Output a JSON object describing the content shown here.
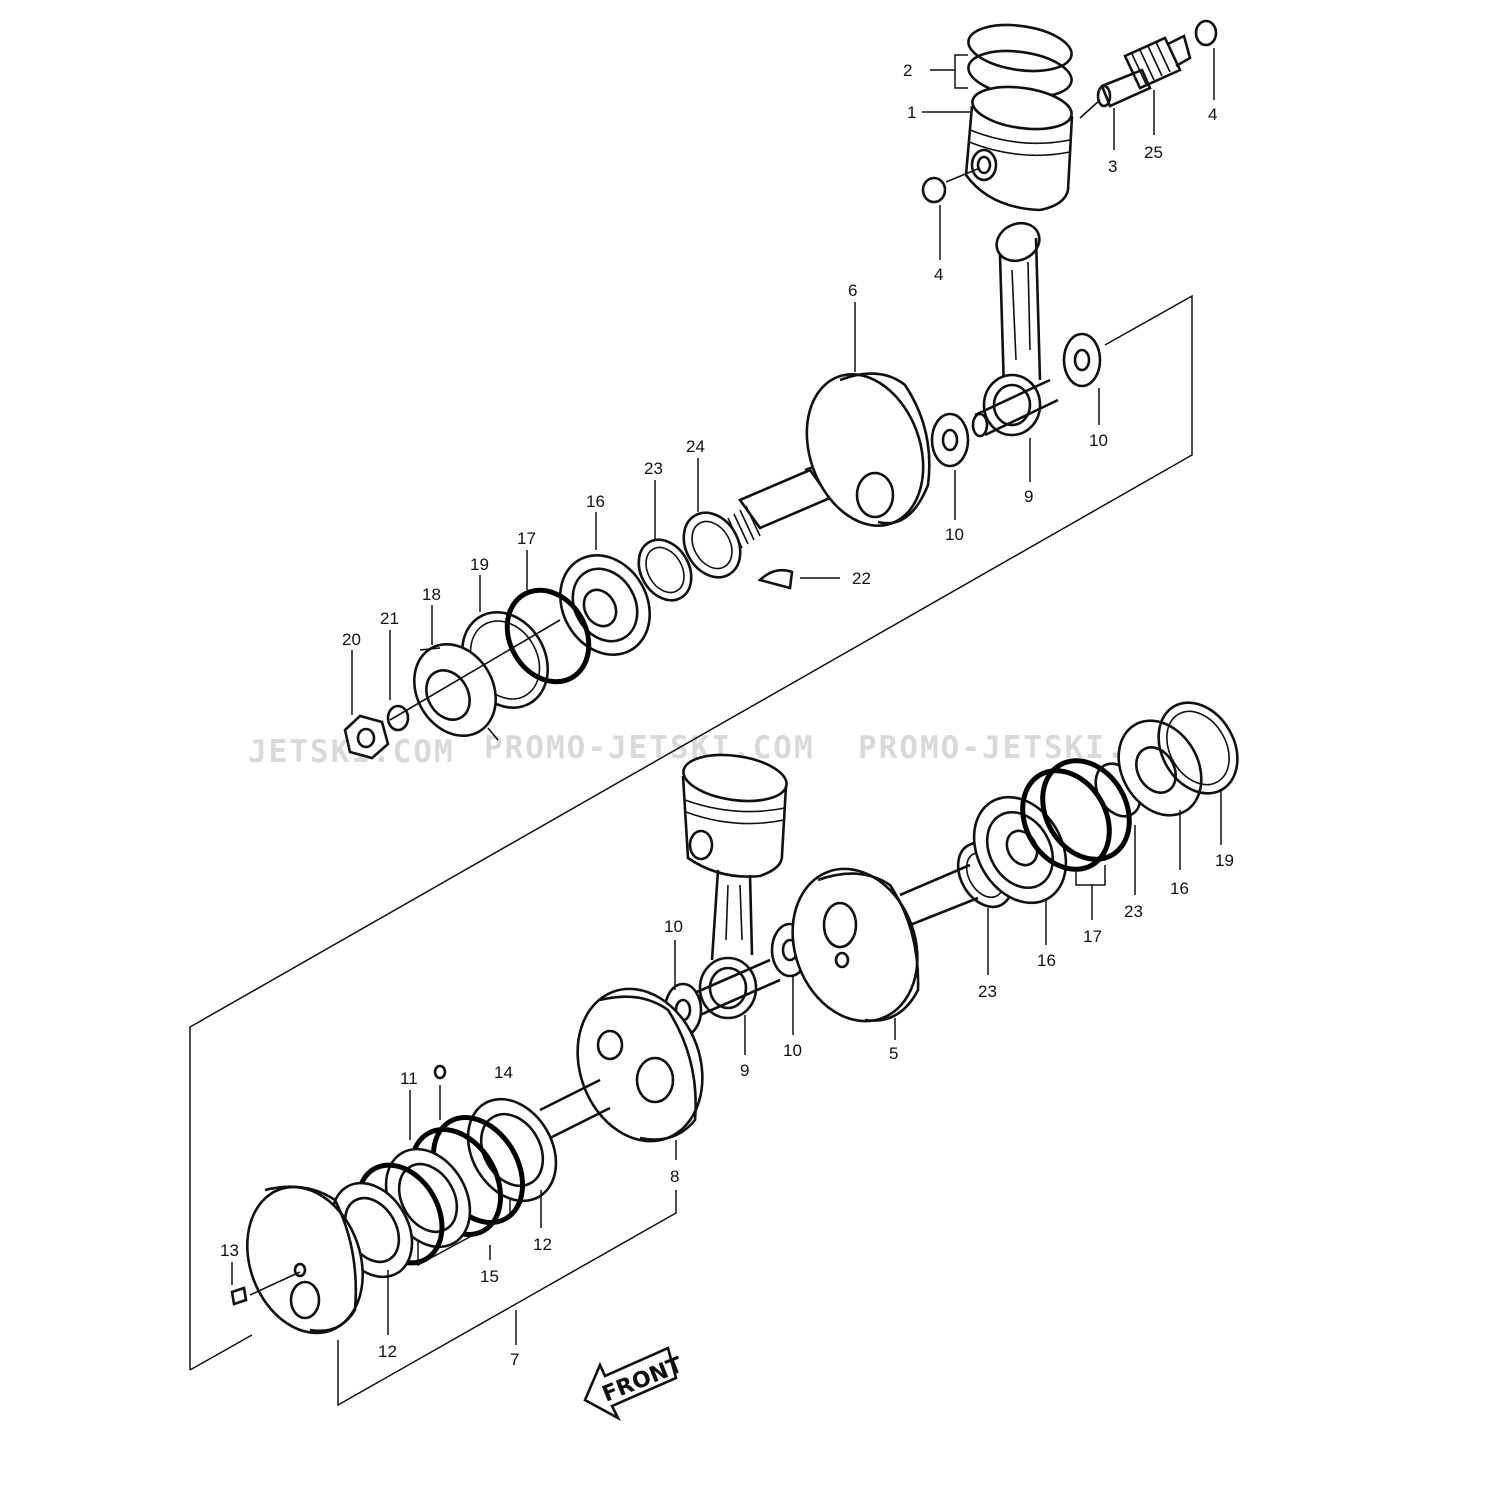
{
  "watermarks": [
    "JETSKI.COM",
    "PROMO-JETSKI.COM",
    "PROMO-JETSKI.COM"
  ],
  "front_label": "FRONT",
  "callouts": {
    "c1": "1",
    "c2": "2",
    "c3": "3",
    "c4a": "4",
    "c4b": "4",
    "c25": "25",
    "c6": "6",
    "c10a": "10",
    "c10b": "10",
    "c9a": "9",
    "c24": "24",
    "c23a": "23",
    "c16a": "16",
    "c17a": "17",
    "c19a": "19",
    "c18": "18",
    "c21": "21",
    "c20": "20",
    "c22": "22",
    "c19b": "19",
    "c16b": "16",
    "c23b": "23",
    "c17b": "17",
    "c16c": "16",
    "c23c": "23",
    "c10c": "10",
    "c10d": "10",
    "c9b": "9",
    "c5": "5",
    "c8": "8",
    "c11": "11",
    "c14": "14",
    "c12a": "12",
    "c15": "15",
    "c13": "13",
    "c12b": "12",
    "c7": "7"
  }
}
